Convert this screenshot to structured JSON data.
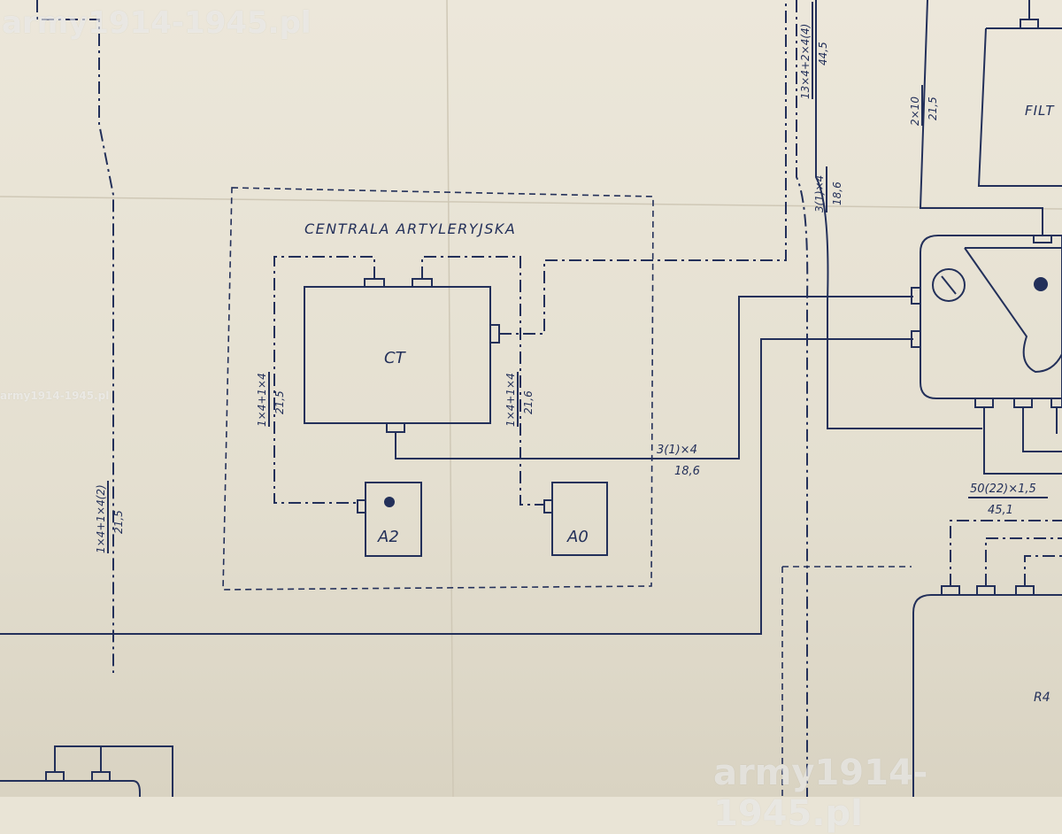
{
  "watermark": {
    "top": "army1914-1945.pl",
    "bottom": "army1914-1945.pl",
    "small": "army1914-1945.pl"
  },
  "diagram": {
    "group_title": "CENTRALA ARTYLERYJSKA",
    "blocks": {
      "ct": "CT",
      "a2": "A2",
      "a0": "A0",
      "filter": "FILT",
      "r4": "R4"
    },
    "cables": {
      "left_vertical": {
        "spec": "1×4+1×4(2)",
        "value": "21,5"
      },
      "ct_left": {
        "spec": "1×4+1×4",
        "value": "21,5"
      },
      "ct_right": {
        "spec": "1×4+1×4",
        "value": "21,6"
      },
      "ct_bottom": {
        "spec": "3(1)×4",
        "value": "18,6"
      },
      "top_vertical_a": {
        "spec": "13×4+2×4(4)",
        "value": "44,5"
      },
      "top_vertical_b": {
        "spec": "3(1)×4",
        "value": "18,6"
      },
      "filter_cable": {
        "spec": "2×10",
        "value": "21,5"
      },
      "r4_cable": {
        "spec": "50(22)×1,5",
        "value": "45,1"
      }
    }
  },
  "colors": {
    "ink": "#23305a",
    "paper": "#e9e4d6"
  }
}
